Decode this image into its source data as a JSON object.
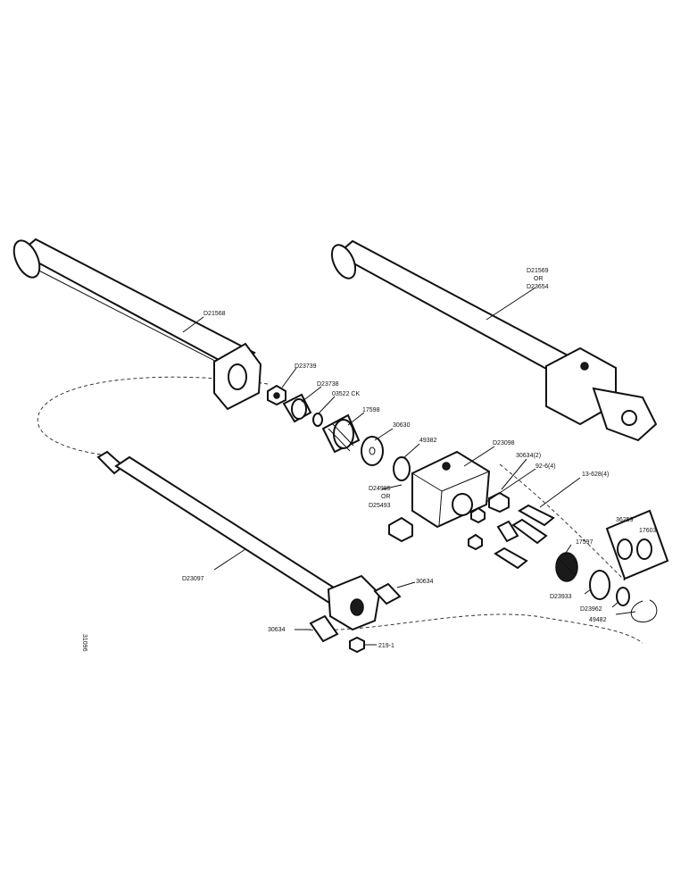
{
  "figure_code": "31096",
  "labels": {
    "d21568": "D21568",
    "d21569": "D21569",
    "or1": "OR",
    "d23654": "D23654",
    "d23739": "D23739",
    "d23738": "D23738",
    "l03522": "03522 CK",
    "l17598": "17598",
    "l30630": "30630",
    "l49382": "49382",
    "d23098": "D23098",
    "l30634_2": "30634(2)",
    "l92_6": "92-6(4)",
    "l13_628": "13-628(4)",
    "d24985": "D24985",
    "or2": "OR",
    "d25493": "D25493",
    "l36259": "36259",
    "l17603": "17603",
    "l17597": "17597",
    "d23097": "D23097",
    "l30634_a": "30634",
    "d23933": "D23933",
    "d23962": "D23962",
    "l49482": "49482",
    "l30634_b": "30634",
    "l219_1": "219-1"
  }
}
